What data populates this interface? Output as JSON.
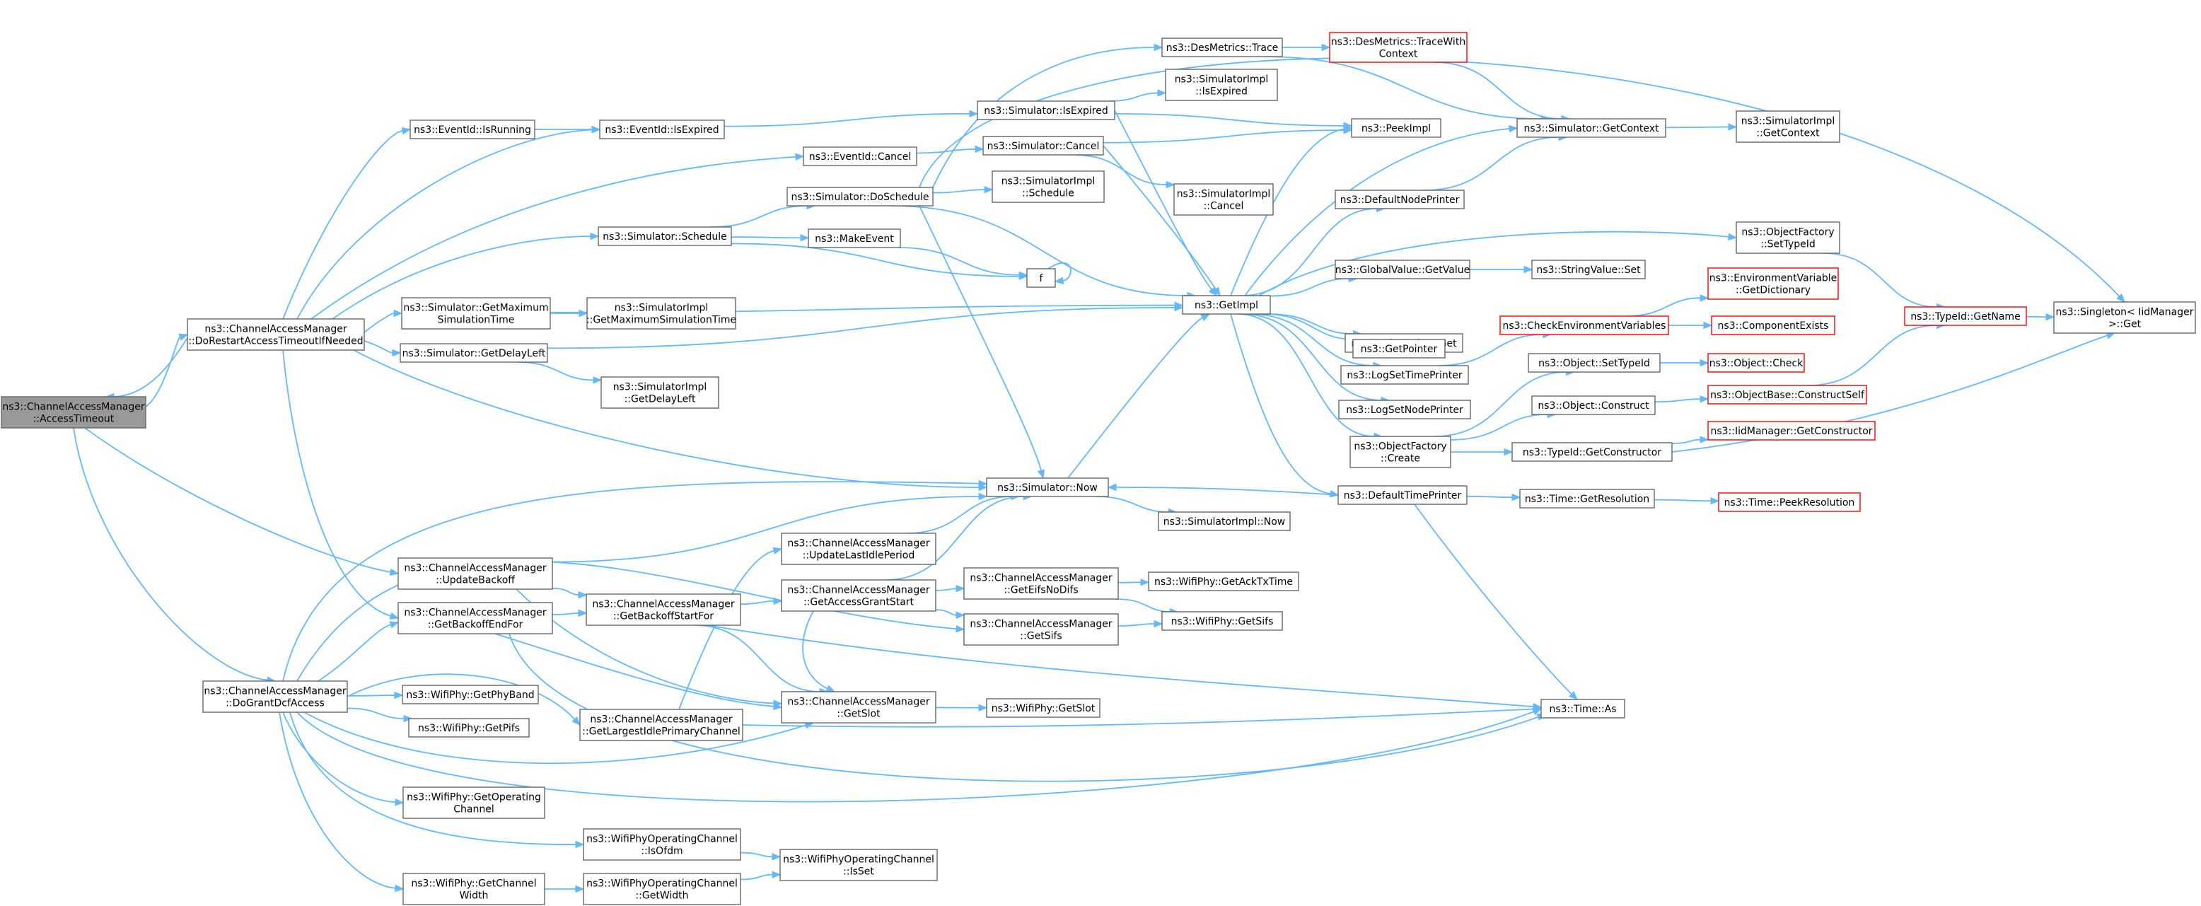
{
  "colors": {
    "edge": "#63b8ff",
    "node_border": "#666666",
    "node_fill": "#ffffff",
    "root_fill": "#999999",
    "truncated_border": "#ff0000",
    "text": "#000000"
  },
  "nodes": [
    {
      "id": "accessTimeout",
      "lines": [
        "ns3::ChannelAccessManager",
        "::AccessTimeout"
      ],
      "style": "root"
    },
    {
      "id": "doRestart",
      "lines": [
        "ns3::ChannelAccessManager",
        "::DoRestartAccessTimeoutIfNeeded"
      ],
      "style": "normal"
    },
    {
      "id": "doGrantDcf",
      "lines": [
        "ns3::ChannelAccessManager",
        "::DoGrantDcfAccess"
      ],
      "style": "normal"
    },
    {
      "id": "eventIsRunning",
      "lines": [
        "ns3::EventId::IsRunning"
      ],
      "style": "normal"
    },
    {
      "id": "eventIsExpired",
      "lines": [
        "ns3::EventId::IsExpired"
      ],
      "style": "normal"
    },
    {
      "id": "eventCancel",
      "lines": [
        "ns3::EventId::Cancel"
      ],
      "style": "normal"
    },
    {
      "id": "simDoSchedule",
      "lines": [
        "ns3::Simulator::DoSchedule"
      ],
      "style": "normal"
    },
    {
      "id": "simSchedule",
      "lines": [
        "ns3::Simulator::Schedule"
      ],
      "style": "normal"
    },
    {
      "id": "simGetMax",
      "lines": [
        "ns3::Simulator::GetMaximum",
        "SimulationTime"
      ],
      "style": "normal"
    },
    {
      "id": "simGetDelayLeft",
      "lines": [
        "ns3::Simulator::GetDelayLeft"
      ],
      "style": "normal"
    },
    {
      "id": "desTrace",
      "lines": [
        "ns3::DesMetrics::Trace"
      ],
      "style": "normal"
    },
    {
      "id": "desTraceWithContext",
      "lines": [
        "ns3::DesMetrics::TraceWith",
        "Context"
      ],
      "style": "truncated"
    },
    {
      "id": "simIsExpired",
      "lines": [
        "ns3::Simulator::IsExpired"
      ],
      "style": "normal"
    },
    {
      "id": "simImplIsExpired",
      "lines": [
        "ns3::SimulatorImpl",
        "::IsExpired"
      ],
      "style": "normal"
    },
    {
      "id": "simCancel",
      "lines": [
        "ns3::Simulator::Cancel"
      ],
      "style": "normal"
    },
    {
      "id": "simImplCancel",
      "lines": [
        "ns3::SimulatorImpl",
        "::Cancel"
      ],
      "style": "normal"
    },
    {
      "id": "simImplSchedule",
      "lines": [
        "ns3::SimulatorImpl",
        "::Schedule"
      ],
      "style": "normal"
    },
    {
      "id": "makeEvent",
      "lines": [
        "ns3::MakeEvent"
      ],
      "style": "normal"
    },
    {
      "id": "f",
      "lines": [
        "f"
      ],
      "style": "normal"
    },
    {
      "id": "simImplGetMax",
      "lines": [
        "ns3::SimulatorImpl",
        "::GetMaximumSimulationTime"
      ],
      "style": "normal"
    },
    {
      "id": "simImplGetDelayLeft",
      "lines": [
        "ns3::SimulatorImpl",
        "::GetDelayLeft"
      ],
      "style": "normal"
    },
    {
      "id": "peekImpl",
      "lines": [
        "ns3::PeekImpl"
      ],
      "style": "normal"
    },
    {
      "id": "simGetContext",
      "lines": [
        "ns3::Simulator::GetContext"
      ],
      "style": "normal"
    },
    {
      "id": "simImplGetContext",
      "lines": [
        "ns3::SimulatorImpl",
        "::GetContext"
      ],
      "style": "normal"
    },
    {
      "id": "defaultNodePrinter",
      "lines": [
        "ns3::DefaultNodePrinter"
      ],
      "style": "normal"
    },
    {
      "id": "getImpl",
      "lines": [
        "ns3::GetImpl"
      ],
      "style": "normal"
    },
    {
      "id": "globalValueGetValue",
      "lines": [
        "ns3::GlobalValue::GetValue"
      ],
      "style": "normal"
    },
    {
      "id": "stringValueSet",
      "lines": [
        "ns3::StringValue::Set"
      ],
      "style": "normal"
    },
    {
      "id": "stringValueGet",
      "lines": [
        "ns3::StringValue::Get"
      ],
      "style": "normal"
    },
    {
      "id": "getPointer",
      "lines": [
        "ns3::GetPointer"
      ],
      "style": "normal"
    },
    {
      "id": "logSetTimePrinter",
      "lines": [
        "ns3::LogSetTimePrinter"
      ],
      "style": "normal"
    },
    {
      "id": "logSetNodePrinter",
      "lines": [
        "ns3::LogSetNodePrinter"
      ],
      "style": "normal"
    },
    {
      "id": "objectFactoryCreate",
      "lines": [
        "ns3::ObjectFactory",
        "::Create"
      ],
      "style": "normal"
    },
    {
      "id": "defaultTimePrinter",
      "lines": [
        "ns3::DefaultTimePrinter"
      ],
      "style": "normal"
    },
    {
      "id": "objectFactorySetTypeId",
      "lines": [
        "ns3::ObjectFactory",
        "::SetTypeId"
      ],
      "style": "normal"
    },
    {
      "id": "checkEnvVars",
      "lines": [
        "ns3::CheckEnvironmentVariables"
      ],
      "style": "truncated"
    },
    {
      "id": "envVarGetDict",
      "lines": [
        "ns3::EnvironmentVariable",
        "::GetDictionary"
      ],
      "style": "truncated"
    },
    {
      "id": "componentExists",
      "lines": [
        "ns3::ComponentExists"
      ],
      "style": "truncated"
    },
    {
      "id": "objectSetTypeId",
      "lines": [
        "ns3::Object::SetTypeId"
      ],
      "style": "normal"
    },
    {
      "id": "objectCheck",
      "lines": [
        "ns3::Object::Check"
      ],
      "style": "truncated"
    },
    {
      "id": "objectConstruct",
      "lines": [
        "ns3::Object::Construct"
      ],
      "style": "normal"
    },
    {
      "id": "objectBaseConstructSelf",
      "lines": [
        "ns3::ObjectBase::ConstructSelf"
      ],
      "style": "truncated"
    },
    {
      "id": "typeIdGetConstructor",
      "lines": [
        "ns3::TypeId::GetConstructor"
      ],
      "style": "normal"
    },
    {
      "id": "iidManagerGetConstructor",
      "lines": [
        "ns3::IidManager::GetConstructor"
      ],
      "style": "truncated"
    },
    {
      "id": "typeIdGetName",
      "lines": [
        "ns3::TypeId::GetName"
      ],
      "style": "truncated"
    },
    {
      "id": "singletonGet",
      "lines": [
        "ns3::Singleton< IidManager",
        " >::Get"
      ],
      "style": "normal"
    },
    {
      "id": "simNow",
      "lines": [
        "ns3::Simulator::Now"
      ],
      "style": "normal"
    },
    {
      "id": "simImplNow",
      "lines": [
        "ns3::SimulatorImpl::Now"
      ],
      "style": "normal"
    },
    {
      "id": "timeGetResolution",
      "lines": [
        "ns3::Time::GetResolution"
      ],
      "style": "normal"
    },
    {
      "id": "timePeekResolution",
      "lines": [
        "ns3::Time::PeekResolution"
      ],
      "style": "truncated"
    },
    {
      "id": "updateBackoff",
      "lines": [
        "ns3::ChannelAccessManager",
        "::UpdateBackoff"
      ],
      "style": "normal"
    },
    {
      "id": "getBackoffEndFor",
      "lines": [
        "ns3::ChannelAccessManager",
        "::GetBackoffEndFor"
      ],
      "style": "normal"
    },
    {
      "id": "getBackoffStartFor",
      "lines": [
        "ns3::ChannelAccessManager",
        "::GetBackoffStartFor"
      ],
      "style": "normal"
    },
    {
      "id": "updateLastIdlePeriod",
      "lines": [
        "ns3::ChannelAccessManager",
        "::UpdateLastIdlePeriod"
      ],
      "style": "normal"
    },
    {
      "id": "getAccessGrantStart",
      "lines": [
        "ns3::ChannelAccessManager",
        "::GetAccessGrantStart"
      ],
      "style": "normal"
    },
    {
      "id": "getEifsNoDifs",
      "lines": [
        "ns3::ChannelAccessManager",
        "::GetEifsNoDifs"
      ],
      "style": "normal"
    },
    {
      "id": "wifiGetAckTxTime",
      "lines": [
        "ns3::WifiPhy::GetAckTxTime"
      ],
      "style": "normal"
    },
    {
      "id": "getSifs",
      "lines": [
        "ns3::ChannelAccessManager",
        "::GetSifs"
      ],
      "style": "normal"
    },
    {
      "id": "wifiGetSifs",
      "lines": [
        "ns3::WifiPhy::GetSifs"
      ],
      "style": "normal"
    },
    {
      "id": "getSlot",
      "lines": [
        "ns3::ChannelAccessManager",
        "::GetSlot"
      ],
      "style": "normal"
    },
    {
      "id": "wifiGetSlot",
      "lines": [
        "ns3::WifiPhy::GetSlot"
      ],
      "style": "normal"
    },
    {
      "id": "getLargestIdle",
      "lines": [
        "ns3::ChannelAccessManager",
        "::GetLargestIdlePrimaryChannel"
      ],
      "style": "normal"
    },
    {
      "id": "timeAs",
      "lines": [
        "ns3::Time::As"
      ],
      "style": "normal"
    },
    {
      "id": "wifiGetPhyBand",
      "lines": [
        "ns3::WifiPhy::GetPhyBand"
      ],
      "style": "normal"
    },
    {
      "id": "wifiGetPifs",
      "lines": [
        "ns3::WifiPhy::GetPifs"
      ],
      "style": "normal"
    },
    {
      "id": "wifiGetOperatingChannel",
      "lines": [
        "ns3::WifiPhy::GetOperating",
        "Channel"
      ],
      "style": "normal"
    },
    {
      "id": "wifiGetChannelWidth",
      "lines": [
        "ns3::WifiPhy::GetChannel",
        "Width"
      ],
      "style": "normal"
    },
    {
      "id": "opChannelIsOfdm",
      "lines": [
        "ns3::WifiPhyOperatingChannel",
        "::IsOfdm"
      ],
      "style": "normal"
    },
    {
      "id": "opChannelGetWidth",
      "lines": [
        "ns3::WifiPhyOperatingChannel",
        "::GetWidth"
      ],
      "style": "normal"
    },
    {
      "id": "opChannelIsSet",
      "lines": [
        "ns3::WifiPhyOperatingChannel",
        "::IsSet"
      ],
      "style": "normal"
    }
  ],
  "edges": [
    [
      "accessTimeout",
      "doRestart"
    ],
    [
      "doRestart",
      "accessTimeout"
    ],
    [
      "accessTimeout",
      "updateBackoff"
    ],
    [
      "accessTimeout",
      "doGrantDcf"
    ],
    [
      "doRestart",
      "eventIsRunning"
    ],
    [
      "doRestart",
      "eventIsExpired"
    ],
    [
      "doRestart",
      "eventCancel"
    ],
    [
      "doRestart",
      "simSchedule"
    ],
    [
      "doRestart",
      "simGetMax"
    ],
    [
      "doRestart",
      "simGetDelayLeft"
    ],
    [
      "doRestart",
      "simNow"
    ],
    [
      "doRestart",
      "getBackoffEndFor"
    ],
    [
      "eventIsRunning",
      "eventIsExpired"
    ],
    [
      "eventIsExpired",
      "simIsExpired"
    ],
    [
      "eventCancel",
      "simCancel"
    ],
    [
      "simSchedule",
      "simDoSchedule"
    ],
    [
      "simSchedule",
      "makeEvent"
    ],
    [
      "simSchedule",
      "f"
    ],
    [
      "simGetMax",
      "getImpl"
    ],
    [
      "simGetMax",
      "simImplGetMax"
    ],
    [
      "simGetDelayLeft",
      "getImpl"
    ],
    [
      "simGetDelayLeft",
      "simImplGetDelayLeft"
    ],
    [
      "simDoSchedule",
      "desTrace"
    ],
    [
      "simDoSchedule",
      "getImpl"
    ],
    [
      "simDoSchedule",
      "simNow"
    ],
    [
      "simDoSchedule",
      "simImplSchedule"
    ],
    [
      "simDoSchedule",
      "singletonGet"
    ],
    [
      "makeEvent",
      "f"
    ],
    [
      "f",
      "f"
    ],
    [
      "desTrace",
      "desTraceWithContext"
    ],
    [
      "desTrace",
      "simGetContext"
    ],
    [
      "desTraceWithContext",
      "simGetContext"
    ],
    [
      "simIsExpired",
      "simImplIsExpired"
    ],
    [
      "simIsExpired",
      "peekImpl"
    ],
    [
      "simIsExpired",
      "getImpl"
    ],
    [
      "simCancel",
      "simImplCancel"
    ],
    [
      "simCancel",
      "peekImpl"
    ],
    [
      "simCancel",
      "getImpl"
    ],
    [
      "getImpl",
      "peekImpl"
    ],
    [
      "getImpl",
      "simGetContext"
    ],
    [
      "getImpl",
      "defaultNodePrinter"
    ],
    [
      "getImpl",
      "globalValueGetValue"
    ],
    [
      "getImpl",
      "stringValueGet"
    ],
    [
      "getImpl",
      "getPointer"
    ],
    [
      "getImpl",
      "logSetTimePrinter"
    ],
    [
      "getImpl",
      "logSetNodePrinter"
    ],
    [
      "getImpl",
      "objectFactoryCreate"
    ],
    [
      "getImpl",
      "defaultTimePrinter"
    ],
    [
      "getImpl",
      "objectFactorySetTypeId"
    ],
    [
      "defaultNodePrinter",
      "simGetContext"
    ],
    [
      "simGetContext",
      "simImplGetContext"
    ],
    [
      "globalValueGetValue",
      "stringValueSet"
    ],
    [
      "logSetTimePrinter",
      "checkEnvVars"
    ],
    [
      "checkEnvVars",
      "envVarGetDict"
    ],
    [
      "checkEnvVars",
      "componentExists"
    ],
    [
      "objectFactorySetTypeId",
      "typeIdGetName"
    ],
    [
      "objectFactoryCreate",
      "objectSetTypeId"
    ],
    [
      "objectFactoryCreate",
      "objectConstruct"
    ],
    [
      "objectFactoryCreate",
      "typeIdGetConstructor"
    ],
    [
      "objectSetTypeId",
      "objectCheck"
    ],
    [
      "objectConstruct",
      "objectBaseConstructSelf"
    ],
    [
      "objectBaseConstructSelf",
      "typeIdGetName"
    ],
    [
      "typeIdGetConstructor",
      "iidManagerGetConstructor"
    ],
    [
      "typeIdGetConstructor",
      "singletonGet"
    ],
    [
      "typeIdGetName",
      "singletonGet"
    ],
    [
      "simNow",
      "getImpl"
    ],
    [
      "simNow",
      "simImplNow"
    ],
    [
      "defaultTimePrinter",
      "simNow"
    ],
    [
      "defaultTimePrinter",
      "timeGetResolution"
    ],
    [
      "defaultTimePrinter",
      "timeAs"
    ],
    [
      "timeGetResolution",
      "timePeekResolution"
    ],
    [
      "updateBackoff",
      "simNow"
    ],
    [
      "updateBackoff",
      "getBackoffStartFor"
    ],
    [
      "updateBackoff",
      "getSlot"
    ],
    [
      "getBackoffEndFor",
      "getBackoffStartFor"
    ],
    [
      "getBackoffEndFor",
      "getSlot"
    ],
    [
      "getBackoffEndFor",
      "timeAs"
    ],
    [
      "getBackoffStartFor",
      "getAccessGrantStart"
    ],
    [
      "getBackoffStartFor",
      "getSlot"
    ],
    [
      "getBackoffStartFor",
      "timeAs"
    ],
    [
      "updateLastIdlePeriod",
      "simNow"
    ],
    [
      "getAccessGrantStart",
      "simNow"
    ],
    [
      "getAccessGrantStart",
      "getEifsNoDifs"
    ],
    [
      "getAccessGrantStart",
      "getSifs"
    ],
    [
      "getAccessGrantStart",
      "getSlot"
    ],
    [
      "getEifsNoDifs",
      "wifiGetAckTxTime"
    ],
    [
      "getEifsNoDifs",
      "wifiGetSifs"
    ],
    [
      "getSifs",
      "wifiGetSifs"
    ],
    [
      "getSlot",
      "wifiGetSlot"
    ],
    [
      "getLargestIdle",
      "updateLastIdlePeriod"
    ],
    [
      "getLargestIdle",
      "timeAs"
    ],
    [
      "doGrantDcf",
      "simNow"
    ],
    [
      "doGrantDcf",
      "getSifs"
    ],
    [
      "doGrantDcf",
      "getBackoffEndFor"
    ],
    [
      "doGrantDcf",
      "getLargestIdle"
    ],
    [
      "doGrantDcf",
      "getSlot"
    ],
    [
      "doGrantDcf",
      "wifiGetPhyBand"
    ],
    [
      "doGrantDcf",
      "wifiGetPifs"
    ],
    [
      "doGrantDcf",
      "wifiGetOperatingChannel"
    ],
    [
      "doGrantDcf",
      "opChannelIsOfdm"
    ],
    [
      "doGrantDcf",
      "wifiGetChannelWidth"
    ],
    [
      "doGrantDcf",
      "timeAs"
    ],
    [
      "opChannelIsOfdm",
      "opChannelIsSet"
    ],
    [
      "wifiGetChannelWidth",
      "opChannelGetWidth"
    ],
    [
      "opChannelGetWidth",
      "opChannelIsSet"
    ]
  ]
}
